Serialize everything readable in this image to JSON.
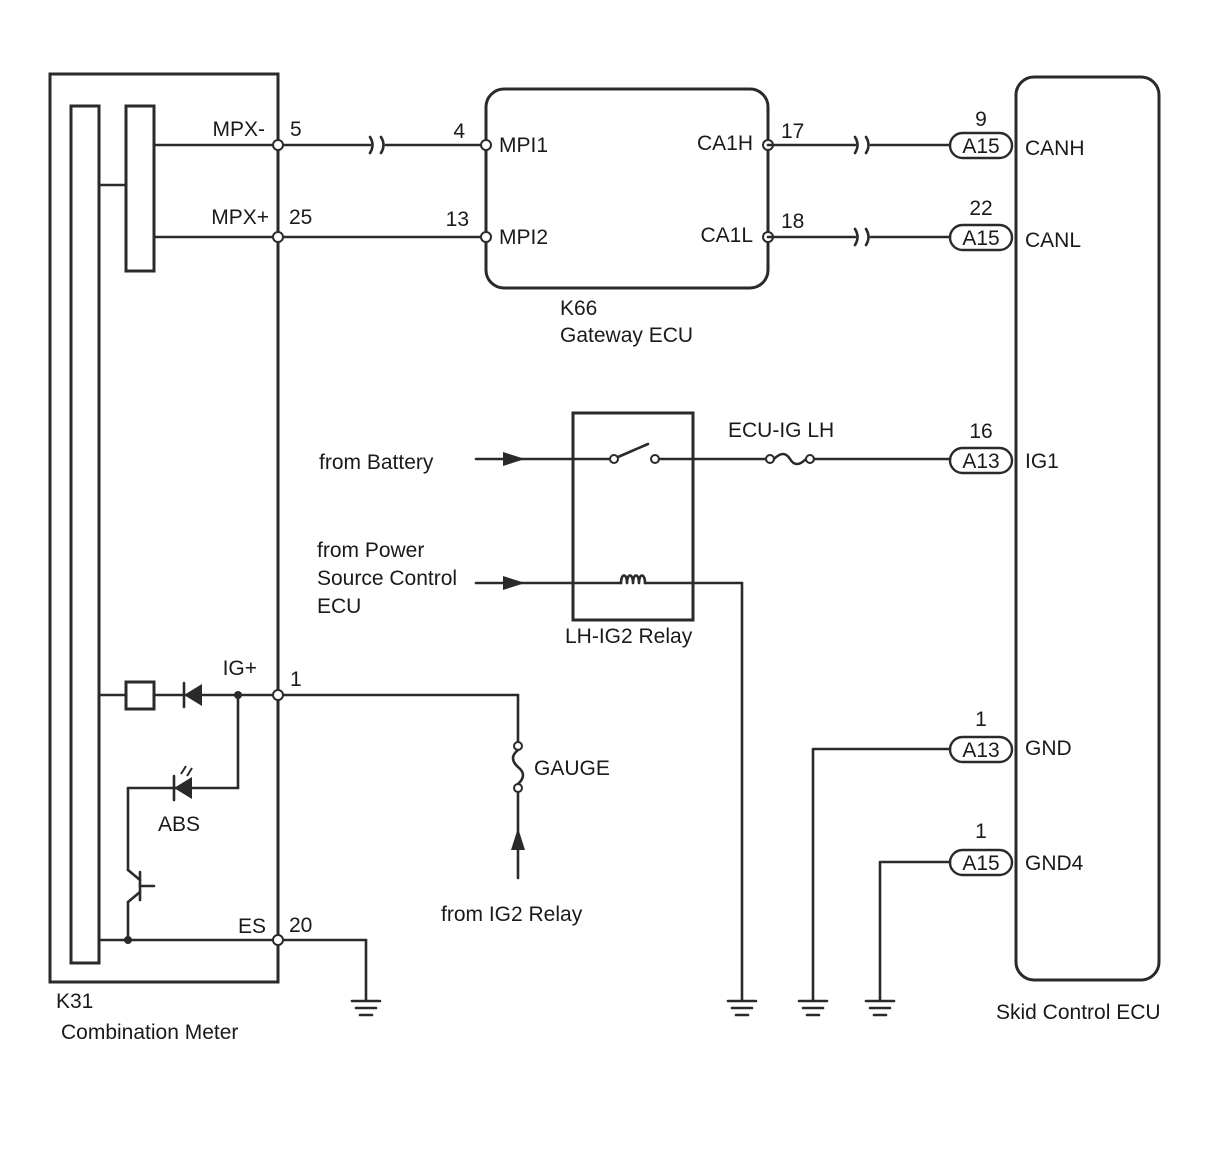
{
  "components": {
    "combination_meter": {
      "id": "K31",
      "name": "Combination Meter"
    },
    "gateway_ecu": {
      "id": "K66",
      "name": "Gateway ECU"
    },
    "skid_control_ecu": {
      "name": "Skid Control ECU"
    },
    "relay": {
      "name": "LH-IG2 Relay"
    }
  },
  "meter_terminals": {
    "mpx_minus": {
      "label": "MPX-",
      "pin": "5"
    },
    "mpx_plus": {
      "label": "MPX+",
      "pin": "25"
    },
    "ig_plus": {
      "label": "IG+",
      "pin": "1"
    },
    "es": {
      "label": "ES",
      "pin": "20"
    }
  },
  "meter_internal": {
    "abs_label": "ABS"
  },
  "gateway_terminals": {
    "mpi1": {
      "label": "MPI1",
      "pin": "4"
    },
    "mpi2": {
      "label": "MPI2",
      "pin": "13"
    },
    "ca1h": {
      "label": "CA1H",
      "pin": "17"
    },
    "ca1l": {
      "label": "CA1L",
      "pin": "18"
    }
  },
  "skid_terminals": {
    "canh": {
      "label": "CANH",
      "pin": "9",
      "connector": "A15"
    },
    "canl": {
      "label": "CANL",
      "pin": "22",
      "connector": "A15"
    },
    "ig1": {
      "label": "IG1",
      "pin": "16",
      "connector": "A13"
    },
    "gnd": {
      "label": "GND",
      "pin": "1",
      "connector": "A13"
    },
    "gnd4": {
      "label": "GND4",
      "pin": "1",
      "connector": "A15"
    }
  },
  "fuses": {
    "ecu_ig_lh": "ECU-IG LH",
    "gauge": "GAUGE"
  },
  "sources": {
    "battery": "from Battery",
    "power_source": [
      "from Power",
      "Source Control",
      "ECU"
    ],
    "ig2_relay": "from IG2 Relay"
  }
}
